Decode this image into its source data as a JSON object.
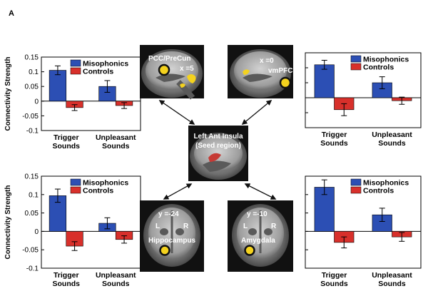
{
  "figure": {
    "panel_label": "A"
  },
  "colors": {
    "misophonics": "#2c4fb4",
    "controls": "#d8302b",
    "seed": "#c63a35",
    "activation": "#f4d21e",
    "roi_ring": "#111111"
  },
  "brains": {
    "pcc": {
      "label1": "PCC/PreCun",
      "label2": "x =5"
    },
    "vmpfc": {
      "label1": "x =0",
      "label2": "vmPFC"
    },
    "seed": {
      "label1": "Left Ant Insula",
      "label2": "(Seed region)"
    },
    "hipp": {
      "label1": "y =-24",
      "label2": "Hippocampus",
      "left": "L",
      "right": "R"
    },
    "amyg": {
      "label1": "y =-10",
      "label2": "Amygdala",
      "left": "L",
      "right": "R"
    }
  },
  "chart_data": [
    {
      "type": "bar",
      "id": "pcc",
      "categories": [
        "Trigger\nSounds",
        "Unpleasant\nSounds"
      ],
      "series": [
        {
          "name": "Misophonics",
          "values": [
            0.105,
            0.05
          ],
          "errors": [
            0.015,
            0.02
          ]
        },
        {
          "name": "Controls",
          "values": [
            -0.022,
            -0.015
          ],
          "errors": [
            0.01,
            0.01
          ]
        }
      ],
      "ylabel": "Connectivity Strength",
      "yticks": [
        "0.15",
        "0.1",
        "0.05",
        "0",
        "-0.05",
        "-0.1"
      ],
      "ylim": [
        -0.1,
        0.15
      ],
      "legend": "top-right"
    },
    {
      "type": "bar",
      "id": "vmpfc",
      "categories": [
        "Trigger\nSounds",
        "Unpleasant\nSounds"
      ],
      "series": [
        {
          "name": "Misophonics",
          "values": [
            0.11,
            0.05
          ],
          "errors": [
            0.015,
            0.02
          ]
        },
        {
          "name": "Controls",
          "values": [
            -0.04,
            -0.01
          ],
          "errors": [
            0.02,
            0.012
          ]
        }
      ],
      "ylabel": "",
      "yticks": [],
      "ylim": [
        -0.1,
        0.15
      ],
      "legend": "top-right"
    },
    {
      "type": "bar",
      "id": "hippocampus",
      "categories": [
        "Trigger\nSounds",
        "Unpleasant\nSounds"
      ],
      "series": [
        {
          "name": "Misophonics",
          "values": [
            0.097,
            0.022
          ],
          "errors": [
            0.018,
            0.015
          ]
        },
        {
          "name": "Controls",
          "values": [
            -0.04,
            -0.022
          ],
          "errors": [
            0.012,
            0.01
          ]
        }
      ],
      "ylabel": "Connectivity Strength",
      "yticks": [
        "0.15",
        "0.1",
        "0.05",
        "0",
        "-0.05",
        "-0.1"
      ],
      "ylim": [
        -0.1,
        0.15
      ],
      "legend": "top-right"
    },
    {
      "type": "bar",
      "id": "amygdala",
      "categories": [
        "Trigger\nSounds",
        "Unpleasant\nSounds"
      ],
      "series": [
        {
          "name": "Misophonics",
          "values": [
            0.12,
            0.045
          ],
          "errors": [
            0.02,
            0.018
          ]
        },
        {
          "name": "Controls",
          "values": [
            -0.03,
            -0.015
          ],
          "errors": [
            0.015,
            0.012
          ]
        }
      ],
      "ylabel": "",
      "yticks": [],
      "ylim": [
        -0.1,
        0.15
      ],
      "legend": "top-right"
    }
  ]
}
